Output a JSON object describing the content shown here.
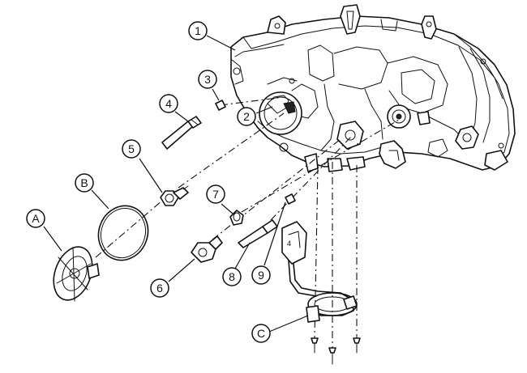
{
  "callouts": [
    {
      "id": "c1",
      "label": "1"
    },
    {
      "id": "c2",
      "label": "2"
    },
    {
      "id": "c3",
      "label": "3"
    },
    {
      "id": "c4",
      "label": "4"
    },
    {
      "id": "c5",
      "label": "5"
    },
    {
      "id": "c6",
      "label": "6"
    },
    {
      "id": "c7",
      "label": "7"
    },
    {
      "id": "c8",
      "label": "8"
    },
    {
      "id": "c9",
      "label": "9"
    },
    {
      "id": "cA",
      "label": "A"
    },
    {
      "id": "cB",
      "label": "B"
    },
    {
      "id": "cC",
      "label": "C"
    }
  ],
  "socket_mark": "4"
}
